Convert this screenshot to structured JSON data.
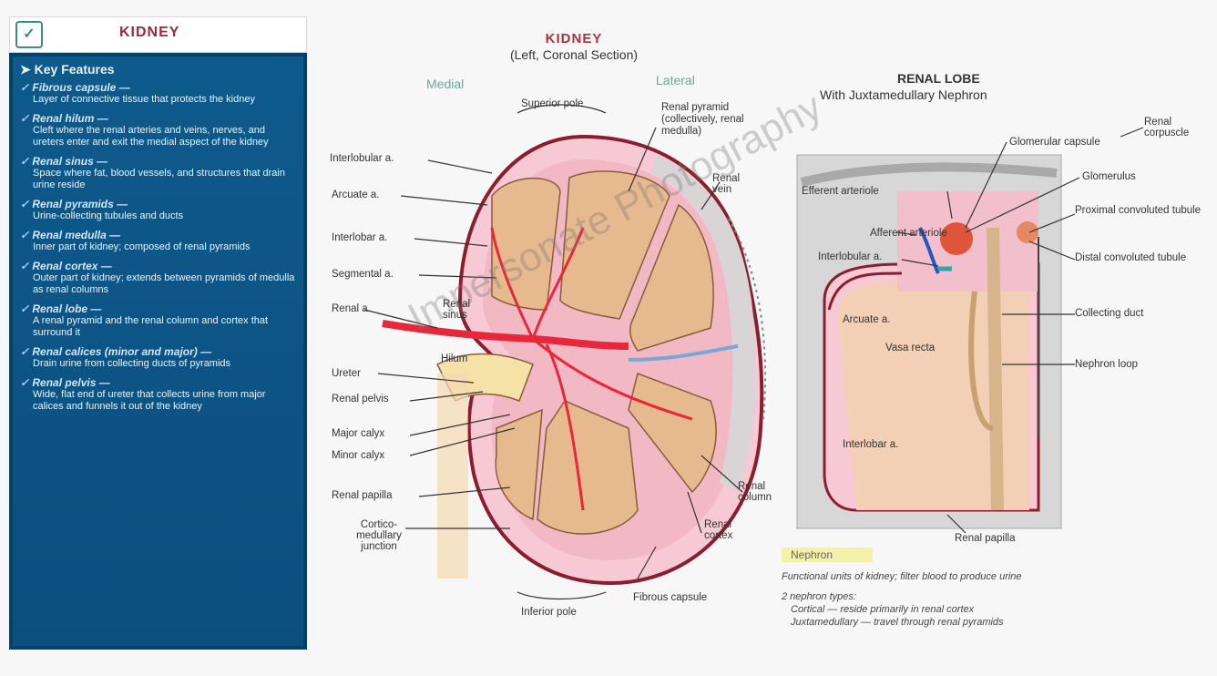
{
  "left_panel": {
    "logo": "✓",
    "title": "KIDNEY",
    "section": "Key Features",
    "items": [
      {
        "title": "Fibrous capsule —",
        "desc": "Layer of connective tissue that protects the kidney"
      },
      {
        "title": "Renal hilum —",
        "desc": "Cleft where the renal arteries and veins, nerves, and ureters enter and exit the medial aspect of the kidney"
      },
      {
        "title": "Renal sinus —",
        "desc": "Space where fat, blood vessels, and structures that drain urine reside"
      },
      {
        "title": "Renal pyramids —",
        "desc": "Urine-collecting tubules and ducts"
      },
      {
        "title": "Renal medulla —",
        "desc": "Inner part of kidney; composed of renal pyramids"
      },
      {
        "title": "Renal cortex —",
        "desc": "Outer part of kidney; extends between pyramids of medulla as renal columns"
      },
      {
        "title": "Renal lobe —",
        "desc": "A renal pyramid and the renal column and cortex that surround it"
      },
      {
        "title": "Renal calices (minor and major) —",
        "desc": "Drain urine from collecting ducts of pyramids"
      },
      {
        "title": "Renal pelvis —",
        "desc": "Wide, flat end of ureter that collects urine from major calices and funnels it out of the kidney"
      }
    ]
  },
  "kidney_diagram": {
    "title": "KIDNEY",
    "subtitle": "(Left, Coronal Section)",
    "medial": "Medial",
    "lateral": "Lateral",
    "labels": {
      "superior_pole": "Superior pole",
      "renal_pyramid": "Renal pyramid (collectively, renal medulla)",
      "interlobular_a": "Interlobular a.",
      "arcuate_a": "Arcuate a.",
      "interlobar_a": "Interlobar a.",
      "segmental_a": "Segmental a.",
      "renal_a": "Renal a.",
      "renal_sinus": "Renal sinus",
      "hilum": "Hilum",
      "ureter": "Ureter",
      "renal_pelvis": "Renal pelvis",
      "major_calyx": "Major calyx",
      "minor_calyx": "Minor calyx",
      "renal_papilla": "Renal papilla",
      "corticomedullary": "Cortico-medullary junction",
      "inferior_pole": "Inferior pole",
      "fibrous_capsule": "Fibrous capsule",
      "renal_cortex": "Renal cortex",
      "renal_column": "Renal column",
      "renal_vein": "Renal vein"
    }
  },
  "lobe_diagram": {
    "title": "RENAL LOBE",
    "subtitle": "With Juxtamedullary Nephron",
    "labels": {
      "renal_corpuscle": "Renal corpuscle",
      "glomerular_capsule": "Glomerular capsule",
      "glomerulus": "Glomerulus",
      "efferent_arteriole": "Efferent arteriole",
      "afferent_arteriole": "Afferent arteriole",
      "interlobular_a": "Interlobular a.",
      "proximal_tubule": "Proximal convoluted tubule",
      "distal_tubule": "Distal convoluted tubule",
      "arcuate_a": "Arcuate a.",
      "collecting_duct": "Collecting duct",
      "vasa_recta": "Vasa recta",
      "nephron_loop": "Nephron loop",
      "interlobar_a": "Interlobar a.",
      "renal_papilla": "Renal papilla"
    }
  },
  "notes": {
    "heading": "Nephron",
    "lines": [
      "Functional units of kidney; filter blood to produce urine",
      "2 nephron types:",
      "Cortical — reside primarily in renal cortex",
      "Juxtamedullary — travel through renal pyramids"
    ]
  },
  "watermark": "Impersonate Photography",
  "colors": {
    "panel_blue": "#0e5a8c",
    "title_red": "#b0303f",
    "artery_red": "#e8283a",
    "pyramid_tan": "#e7b98e",
    "cortex_pink": "#f6c9d4",
    "capsule": "#8b1e2e"
  }
}
